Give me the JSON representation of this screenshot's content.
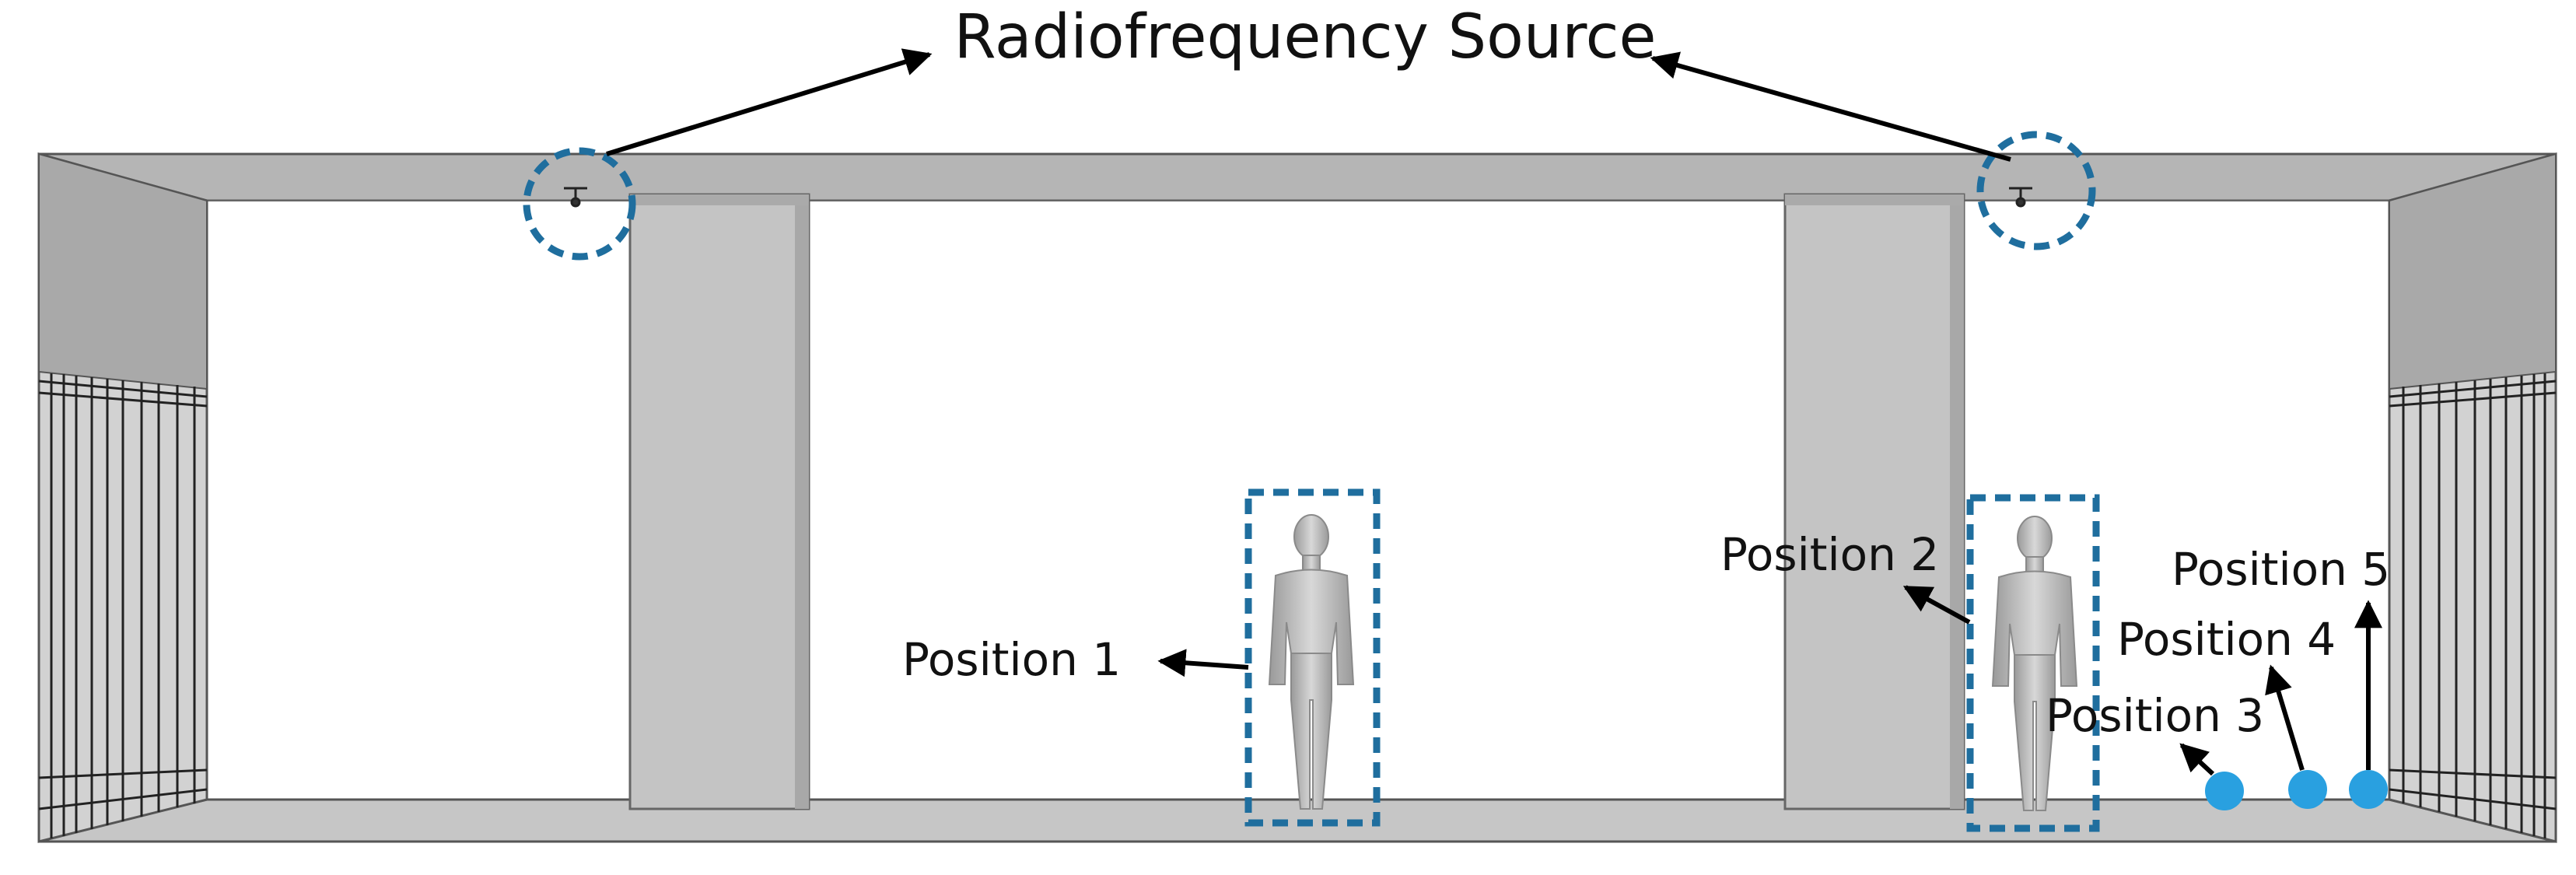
{
  "title": "Radiofrequency Source",
  "positions": [
    {
      "id": "1",
      "label": "Position 1",
      "marker": "human-phantom"
    },
    {
      "id": "2",
      "label": "Position 2",
      "marker": "human-phantom"
    },
    {
      "id": "3",
      "label": "Position 3",
      "marker": "dot"
    },
    {
      "id": "4",
      "label": "Position 4",
      "marker": "dot"
    },
    {
      "id": "5",
      "label": "Position 5",
      "marker": "dot"
    }
  ],
  "sources": [
    {
      "id": "left",
      "icon": "antenna-icon"
    },
    {
      "id": "right",
      "icon": "antenna-icon"
    }
  ],
  "colors": {
    "highlight_dashed": "#1f6e9e",
    "position_dot": "#29a0e0",
    "wall_gray": "#c9c9c9",
    "ceiling_gray": "#b5b5b5",
    "outline": "#555555",
    "arrow": "#000000"
  }
}
